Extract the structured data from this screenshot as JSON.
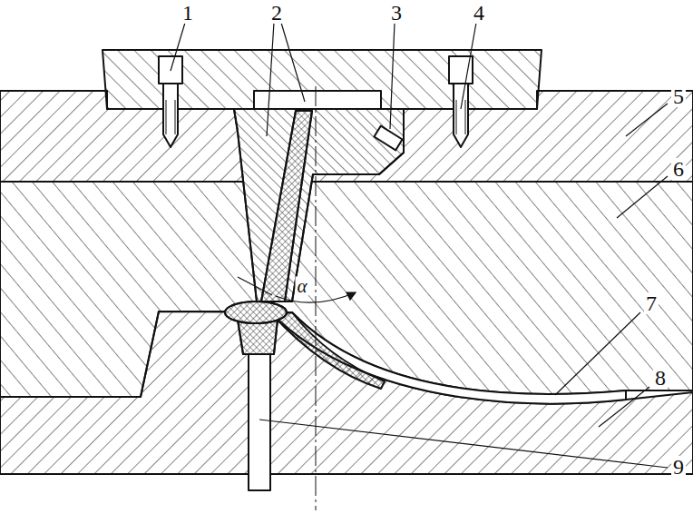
{
  "diagram": {
    "labels": [
      "1",
      "2",
      "3",
      "4",
      "5",
      "6",
      "7",
      "8",
      "9",
      "α"
    ]
  }
}
